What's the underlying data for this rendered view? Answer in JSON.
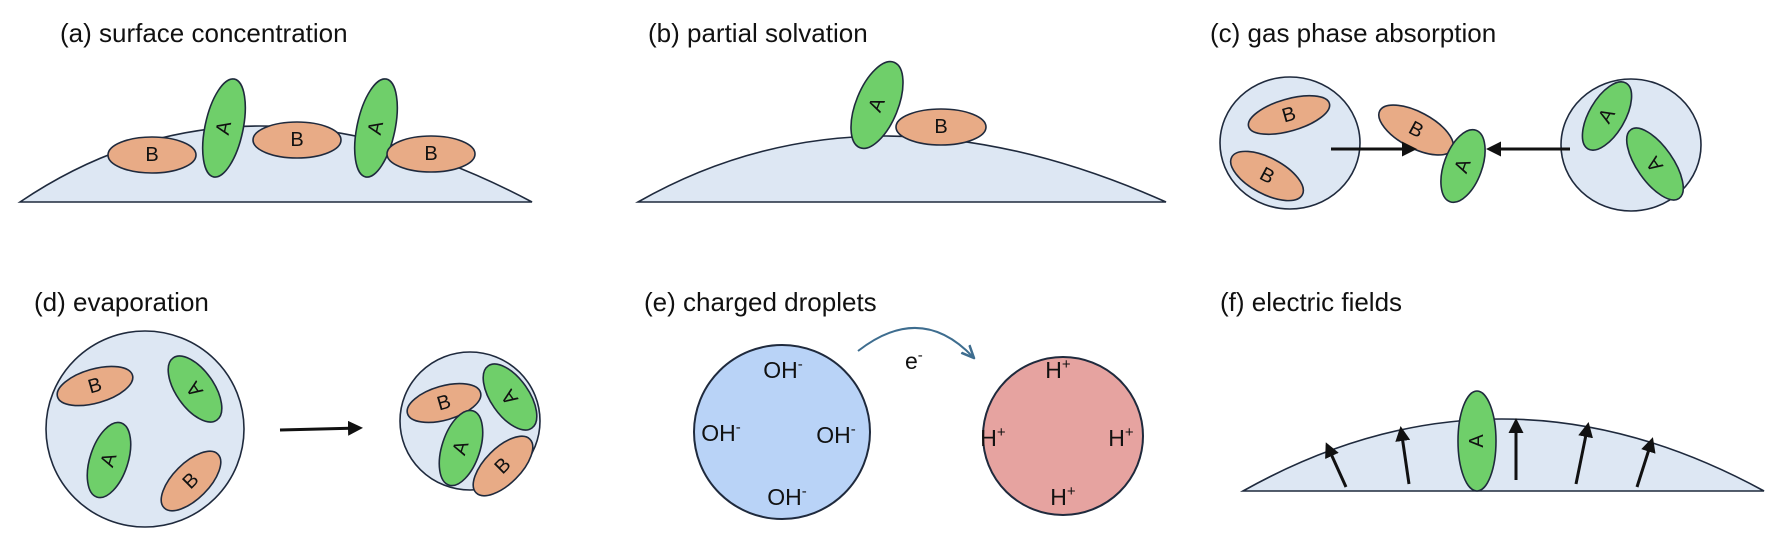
{
  "panels": {
    "a": {
      "title": "(a)  surface concentration"
    },
    "b": {
      "title": "(b)  partial solvation"
    },
    "c": {
      "title": "(c)  gas phase absorption"
    },
    "d": {
      "title": "(d)  evaporation"
    },
    "e": {
      "title": "(e)  charged droplets"
    },
    "f": {
      "title": "(f)  electric fields"
    }
  },
  "molecules": {
    "a_label": "A",
    "b_label": "B"
  },
  "ions": {
    "hydroxide_base": "OH",
    "hydroxide_charge": "-",
    "proton_base": "H",
    "proton_charge": "+",
    "electron_base": "e",
    "electron_charge": "-"
  },
  "colors": {
    "droplet_fill": "#dde7f3",
    "droplet_stroke": "#1f2a3d",
    "molecule_a": "#6fcf6a",
    "molecule_b": "#e8ab86",
    "negative_droplet": "#b9d3f7",
    "positive_droplet": "#e6a3a0",
    "electron_arrow": "#3e6d8f"
  }
}
